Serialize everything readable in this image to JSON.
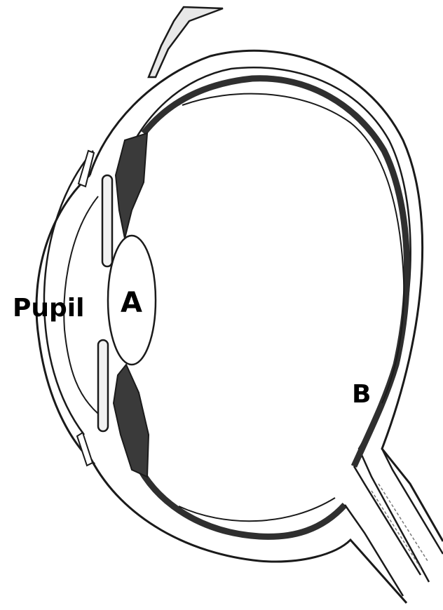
{
  "labels": {
    "pupil": "Pupil",
    "a": "A",
    "b": "B"
  },
  "colors": {
    "line": "#1a1a1a",
    "pigment": "#3a3a3a",
    "background": "#ffffff"
  }
}
